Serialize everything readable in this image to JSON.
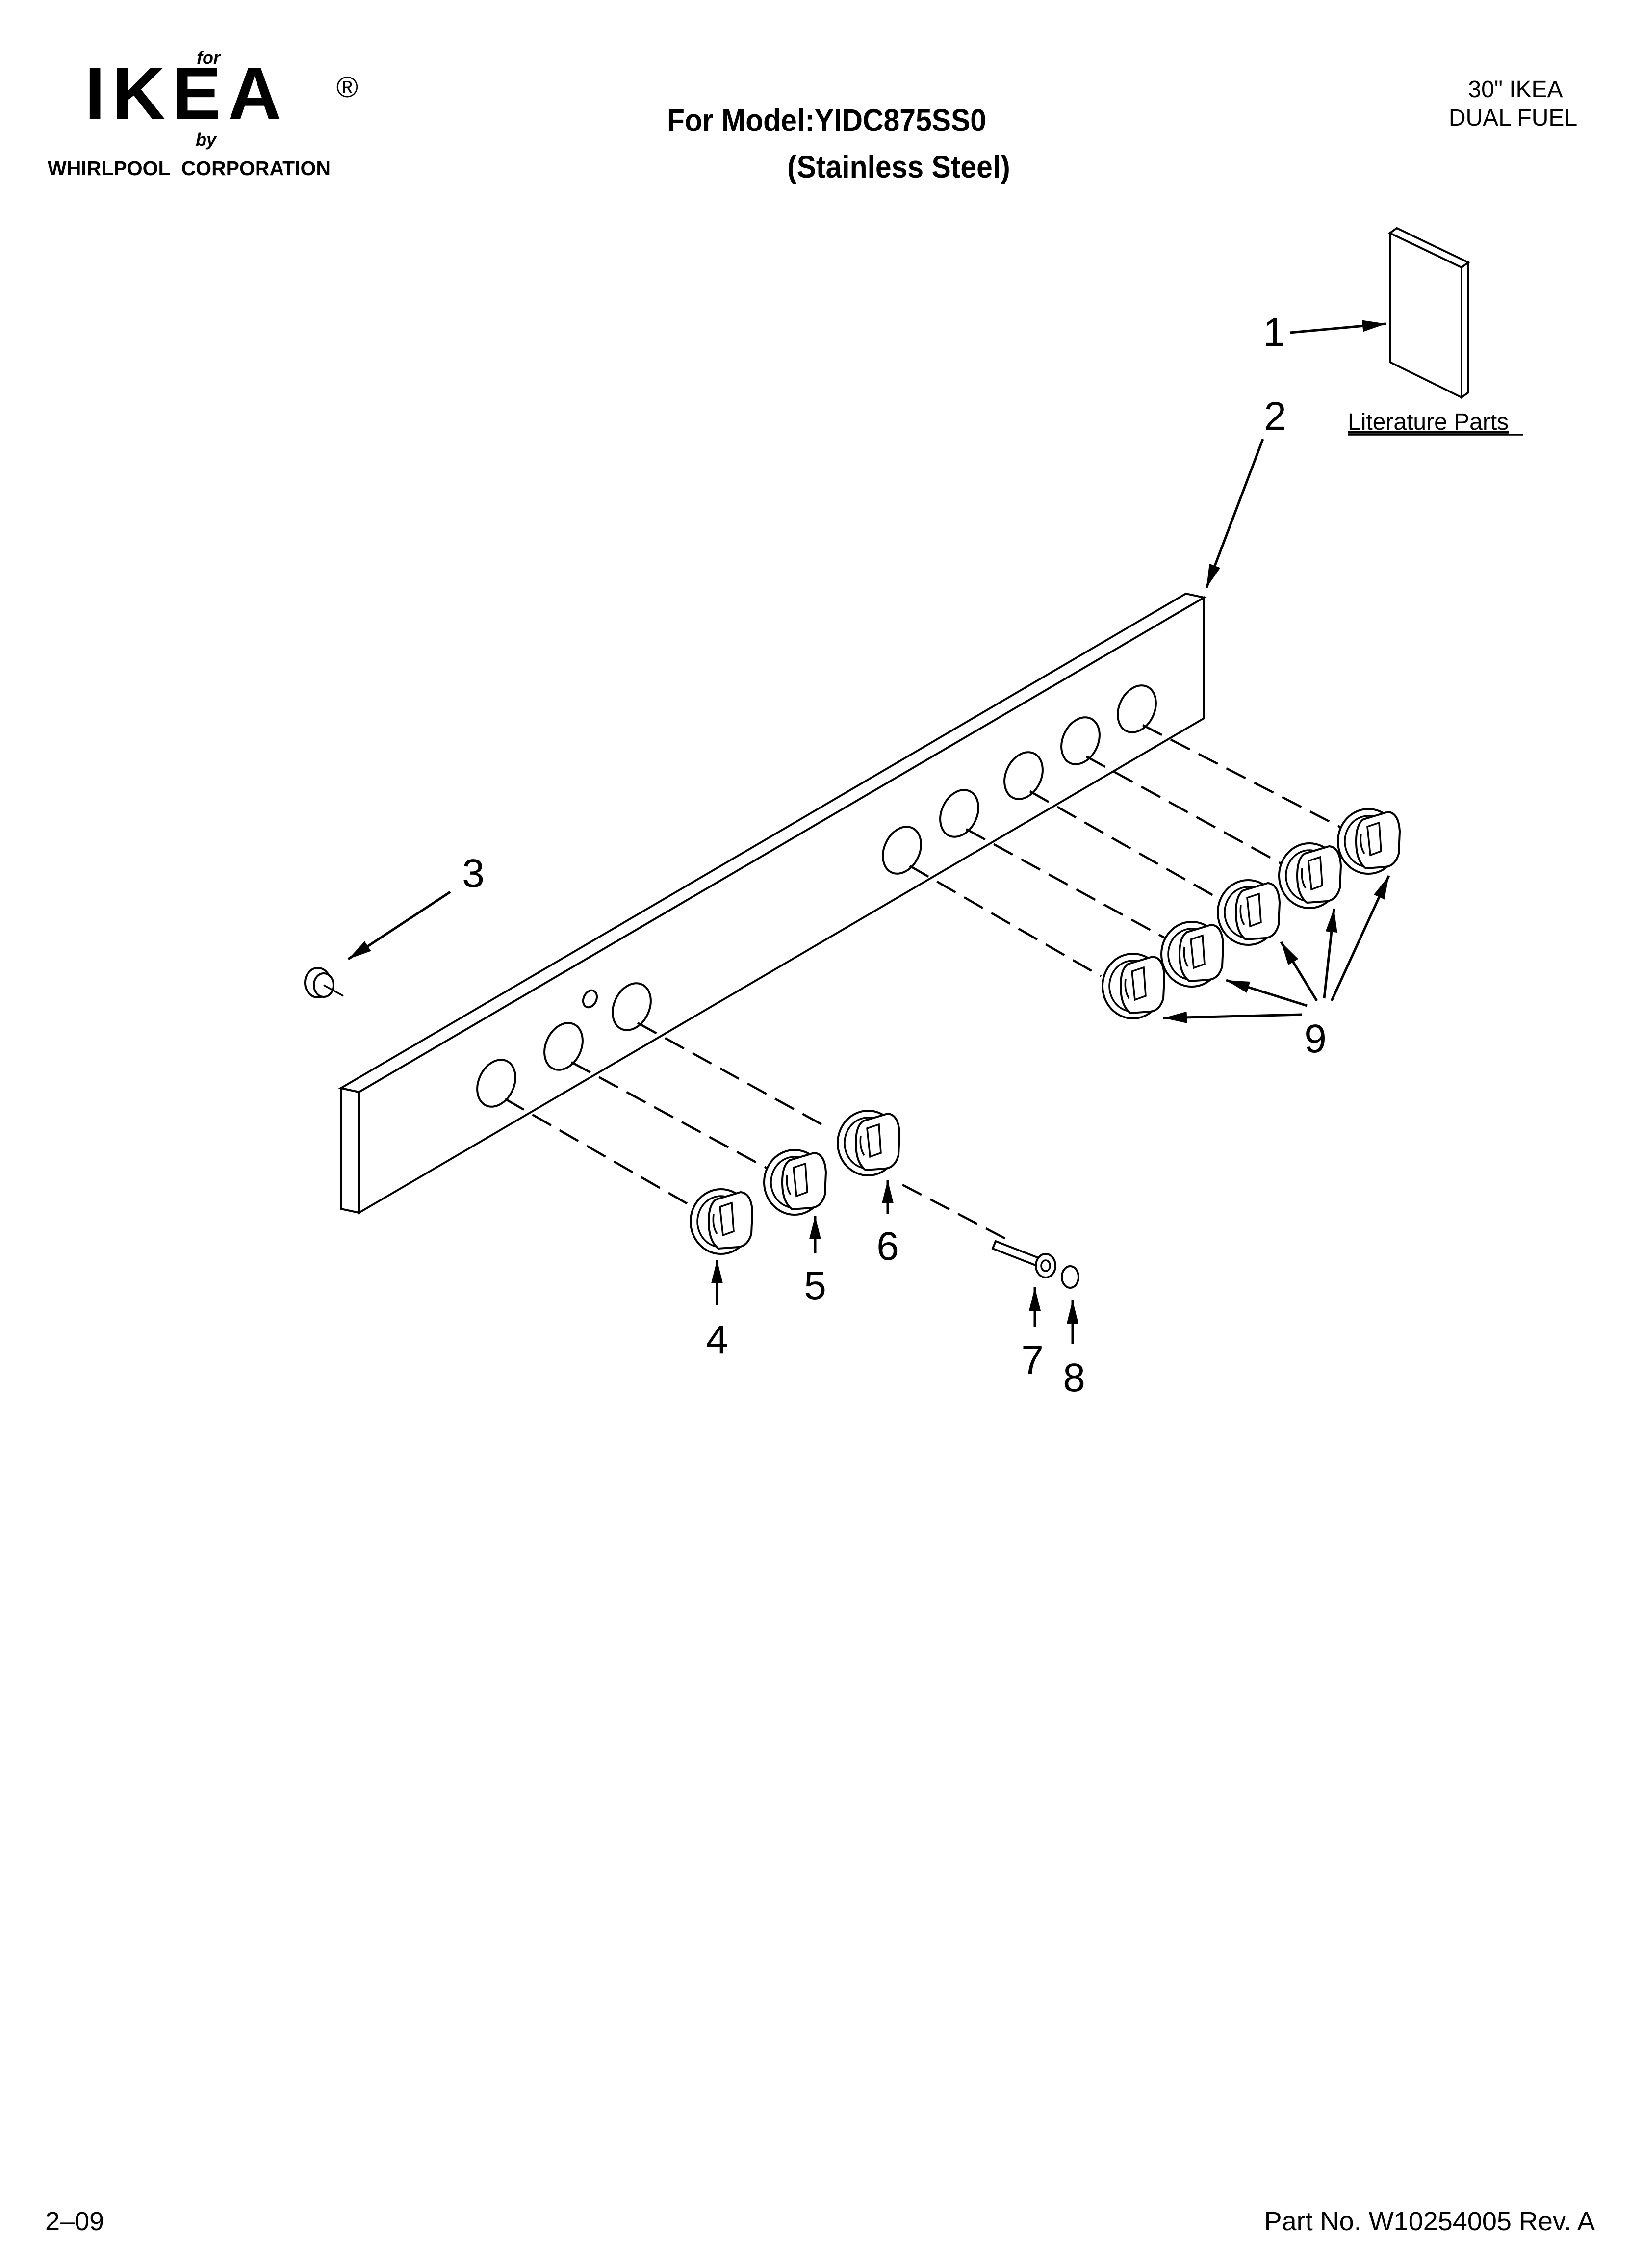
{
  "header": {
    "brand_for": "for",
    "brand_name": "IKEA",
    "brand_registered": "®",
    "brand_by": "by",
    "brand_company": "WHIRLPOOL  CORPORATION",
    "model_line": "For Model:YIDC875SS0",
    "finish_line": "(Stainless Steel)",
    "product_line_1": "30\" IKEA",
    "product_line_2": "DUAL FUEL"
  },
  "diagram": {
    "literature_label": "Literature Parts",
    "callouts": [
      "1",
      "2",
      "3",
      "4",
      "5",
      "6",
      "7",
      "8",
      "9"
    ]
  },
  "footer": {
    "date": "2–09",
    "part_number": "Part No. W10254005 Rev. A"
  },
  "colors": {
    "ink": "#000000",
    "paper": "#ffffff"
  }
}
